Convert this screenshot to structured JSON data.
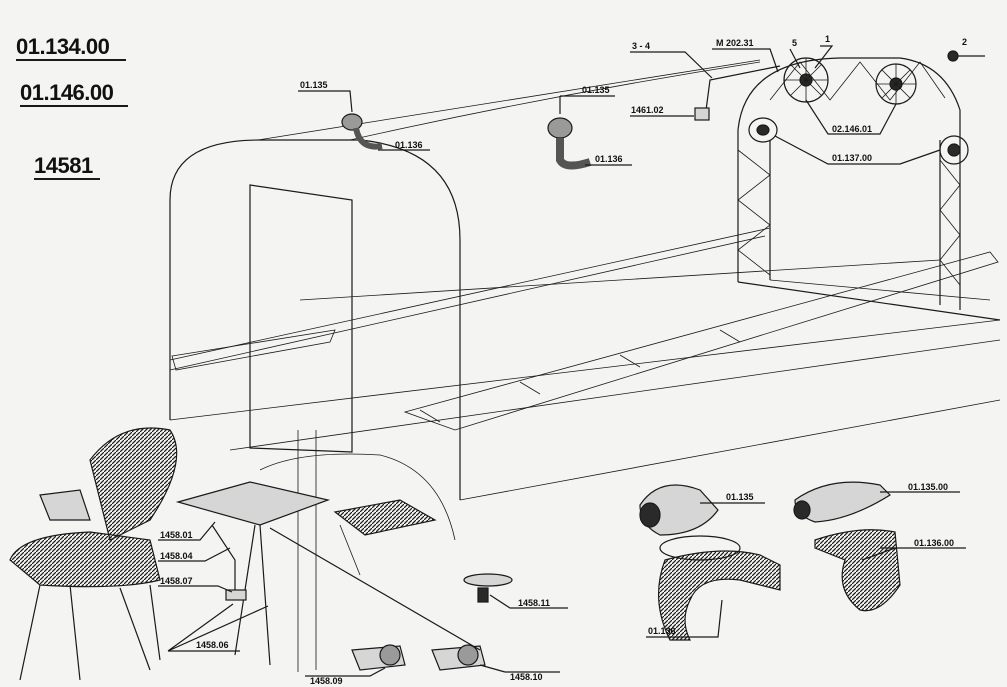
{
  "title_codes": [
    "01.134.00",
    "01.146.00",
    "14581"
  ],
  "labels": {
    "l1": "01.135",
    "l2": "01.136",
    "l3": "01.135",
    "l4": "01.136",
    "l5": "1461.02",
    "l6": "3 - 4",
    "l7": "M 202.31",
    "l8": "5",
    "l9": "1",
    "l10": "2",
    "l11": "02.146.01",
    "l12": "01.137.00",
    "l13": "01.135",
    "l14": "01.135.00",
    "l15": "01.136.00",
    "l16": "01.136",
    "l17": "1458.01",
    "l18": "1458.04",
    "l19": "1458.07",
    "l20": "1458.06",
    "l21": "1458.09",
    "l22": "1458.10",
    "l23": "1458.11"
  },
  "colors": {
    "ink": "#1a1a1a",
    "paper": "#f4f4f2"
  }
}
